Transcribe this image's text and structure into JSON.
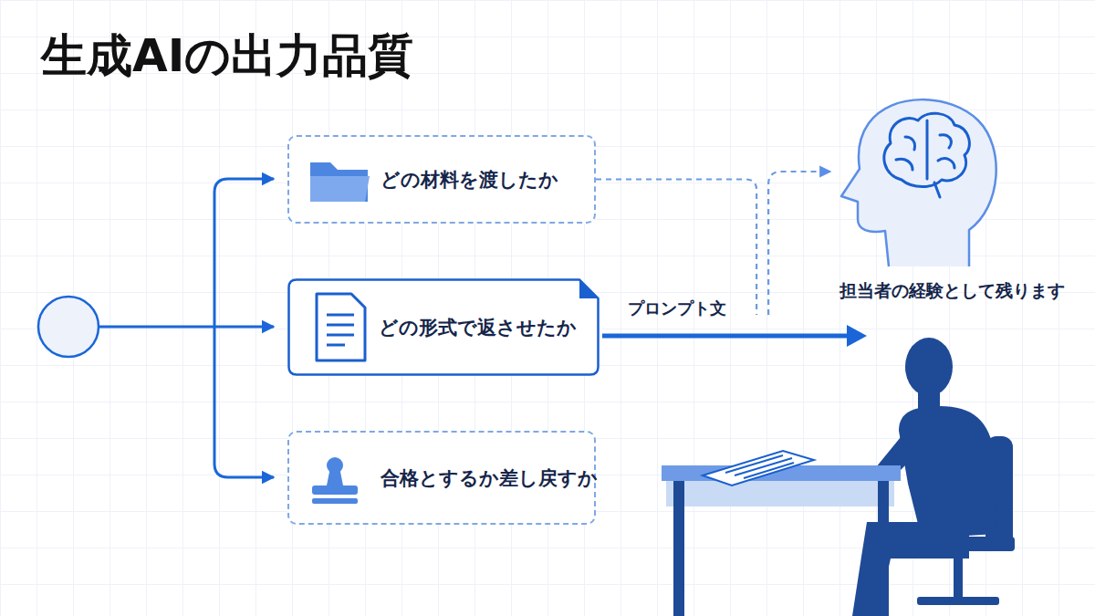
{
  "diagram": {
    "title": "生成AIの出力品質",
    "nodes": [
      {
        "text": [
          "どの材料を渡したか"
        ]
      },
      {
        "text": [
          "どの形式で返させたか"
        ]
      },
      {
        "text": [
          "合格とするか差し戻すか"
        ]
      },
      {
        "text": [
          "担当者の経験として残ります"
        ]
      }
    ],
    "edges": [
      {
        "from": 0,
        "to": 3,
        "arrow": "to"
      }
    ],
    "labels": [
      "プロンプト文"
    ]
  }
}
